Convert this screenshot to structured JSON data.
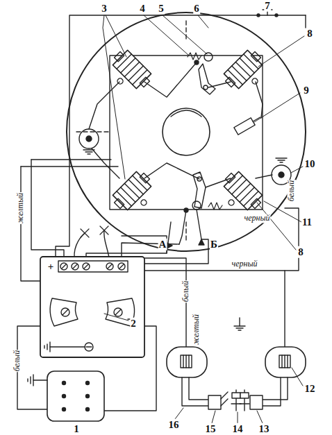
{
  "diagram": {
    "labels": [
      "3",
      "4",
      "5",
      "6",
      "7",
      "8",
      "9",
      "10",
      "11",
      "8",
      "А",
      "Б",
      "+",
      "2",
      "1",
      "16",
      "15",
      "14",
      "13",
      "12",
      "желтый",
      "белый",
      "белый",
      "черный",
      "белый",
      "желтый",
      "черный"
    ]
  }
}
